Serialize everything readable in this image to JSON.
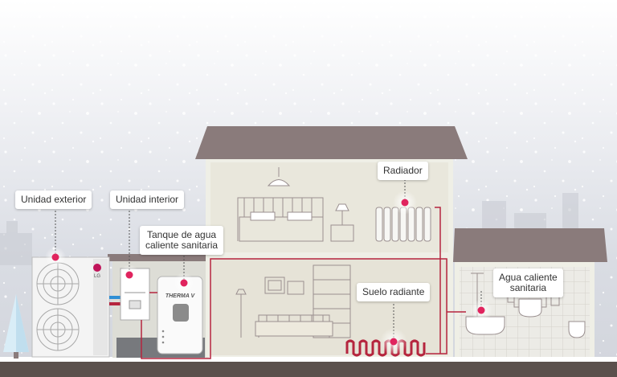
{
  "labels": {
    "outdoor_unit": "Unidad exterior",
    "indoor_unit": "Unidad interior",
    "tank_line1": "Tanque de agua",
    "tank_line2": "caliente sanitaria",
    "radiator": "Radiador",
    "floor_heating": "Suelo radiante",
    "dhw_line1": "Agua caliente",
    "dhw_line2": "sanitaria"
  },
  "brand": {
    "outdoor_logo": "LG",
    "tank_logo": "THERMA V"
  },
  "colors": {
    "roof": "#8a7b7b",
    "wall": "#efefe6",
    "room": "#e6e3d7",
    "pipe": "#b5253e",
    "hotspot": "#e0245e",
    "ground": "#5a504c"
  }
}
